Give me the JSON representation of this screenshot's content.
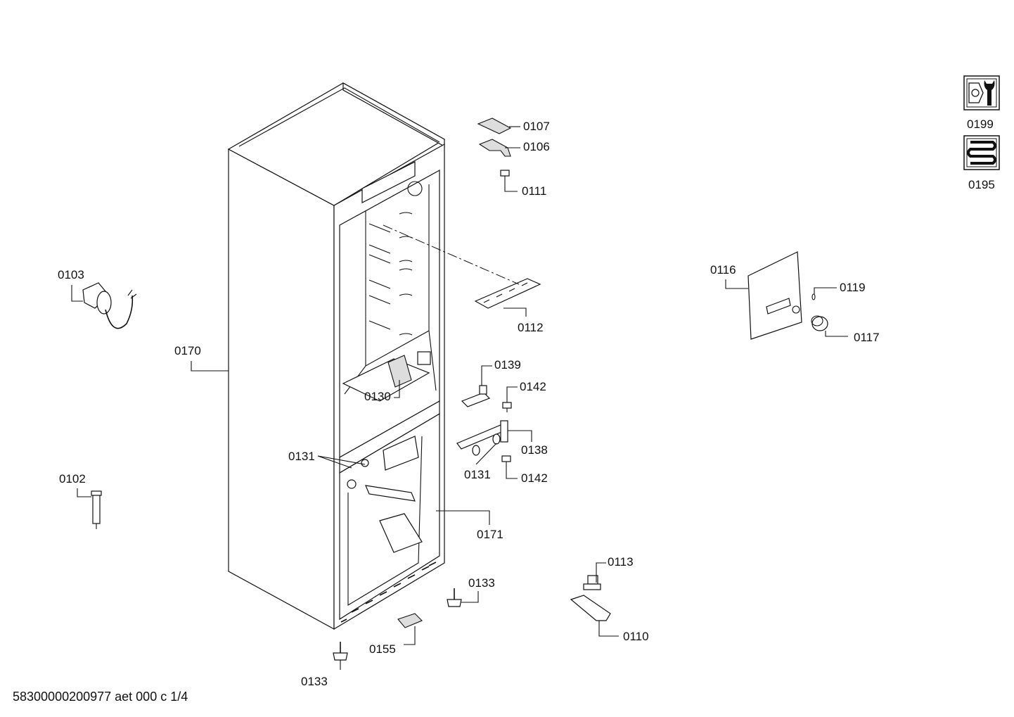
{
  "document_id": "58300000200977 aet 000 c 1/4",
  "labels": {
    "p0103": "0103",
    "p0102": "0102",
    "p0170": "0170",
    "p0107": "0107",
    "p0106": "0106",
    "p0111": "0111",
    "p0112": "0112",
    "p0130": "0130",
    "p0131a": "0131",
    "p0131b": "0131",
    "p0139": "0139",
    "p0142a": "0142",
    "p0142b": "0142",
    "p0138": "0138",
    "p0171": "0171",
    "p0133a": "0133",
    "p0133b": "0133",
    "p0155": "0155",
    "p0113": "0113",
    "p0110": "0110",
    "p0116": "0116",
    "p0119": "0119",
    "p0117": "0117",
    "p0199": "0199",
    "p0195": "0195"
  },
  "icons": {
    "service": "service-wrench-icon",
    "coil": "cooling-coil-icon"
  }
}
